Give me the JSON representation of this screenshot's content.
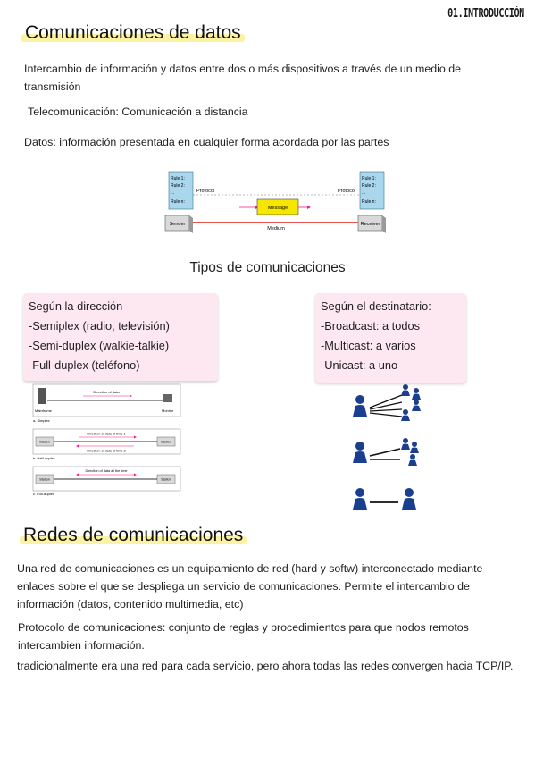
{
  "corner_tag": "01.INTRODUCCIÓN",
  "section1": {
    "title": "Comunicaciones de datos",
    "p1": "Intercambio de información y datos entre dos o más dispositivos a través de un medio de transmisión",
    "p2": "Telecomunicación: Comunicación a distancia",
    "p3": "Datos: información presentada en cualquier forma acordada por las partes"
  },
  "diagram": {
    "rules": [
      "Rule 1:",
      "Rule 2:",
      "...",
      "Rule n:"
    ],
    "protocol": "Protocol",
    "message": "Message",
    "sender": "Sender",
    "receiver": "Receiver",
    "medium": "Medium"
  },
  "types": {
    "title": "Tipos de comunicaciones",
    "direction": {
      "heading": "Según la dirección",
      "items": [
        "-Semiplex (radio, televisión)",
        "-Semi-duplex (walkie-talkie)",
        "-Full-duplex (teléfono)"
      ]
    },
    "recipient": {
      "heading": "Según el destinatario:",
      "items": [
        "-Broadcast: a todos",
        "-Multicast: a varios",
        "-Unicast: a uno"
      ]
    }
  },
  "duplex": {
    "a_label": "Direction of data",
    "a_left": "Mainframe",
    "a_right": "Monitor",
    "a_caption": "a. Simplex",
    "b_label1": "Direction of data at time 1",
    "b_label2": "Direction of data at time 2",
    "b_left": "Station",
    "b_right": "Station",
    "b_caption": "b. Half-duplex",
    "c_label": "Direction of data all the time",
    "c_left": "Station",
    "c_right": "Station",
    "c_caption": "c. Full-duplex"
  },
  "section2": {
    "title": "Redes de comunicaciones",
    "p1": "Una red de comunicaciones es un equipamiento de red (hard y softw) interconectado mediante enlaces sobre el que se despliega un servicio de comunicaciones. Permite el intercambio de información (datos, contenido multimedia, etc)",
    "p2": "Protocolo de comunicaciones: conjunto de reglas y procedimientos para que nodos remotos intercambien información.",
    "p3": "tradicionalmente era una red para cada servicio, pero ahora todas las redes convergen hacia TCP/IP."
  },
  "colors": {
    "highlight": "#fbf3a1",
    "card": "#fde7f1",
    "person": "#1b3f8f",
    "medium": "#e53935",
    "message": "#f7e600",
    "arrow": "#e91e8c"
  }
}
